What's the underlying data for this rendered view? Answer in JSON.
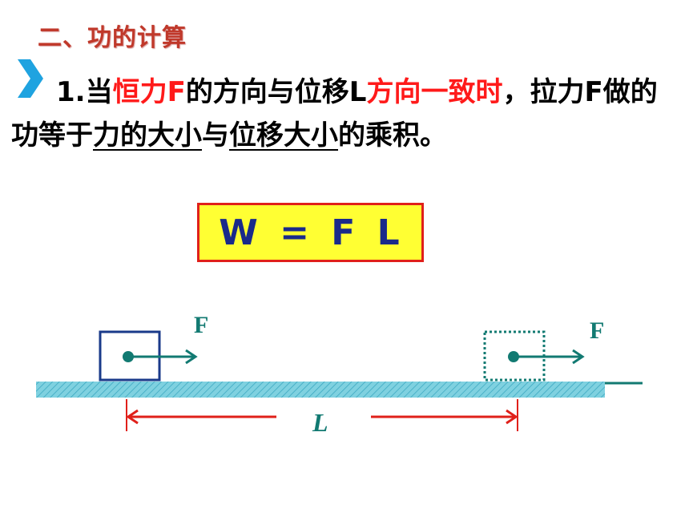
{
  "heading": "二、功的计算",
  "paragraph": {
    "s1": "1.当",
    "s2": "恒力F",
    "s3": "的方向与位移L",
    "s4": "方向一致时",
    "s5": "，拉力F做的功等于",
    "s6": "力的大小",
    "s7": "与",
    "s8": "位移大小",
    "s9": "的乘积。"
  },
  "formula": "W = F L",
  "diagram": {
    "force_label_start": "F",
    "force_label_end": "F",
    "displacement_label": "L"
  },
  "colors": {
    "heading": "#c0392b",
    "highlight_red": "#ff1a1a",
    "formula_bg": "#ffff33",
    "formula_border": "#e0201a",
    "formula_text": "#1a2a8a",
    "teal": "#127a72",
    "block_blue": "#1a3a8a",
    "ground": "#7fd1e0"
  }
}
